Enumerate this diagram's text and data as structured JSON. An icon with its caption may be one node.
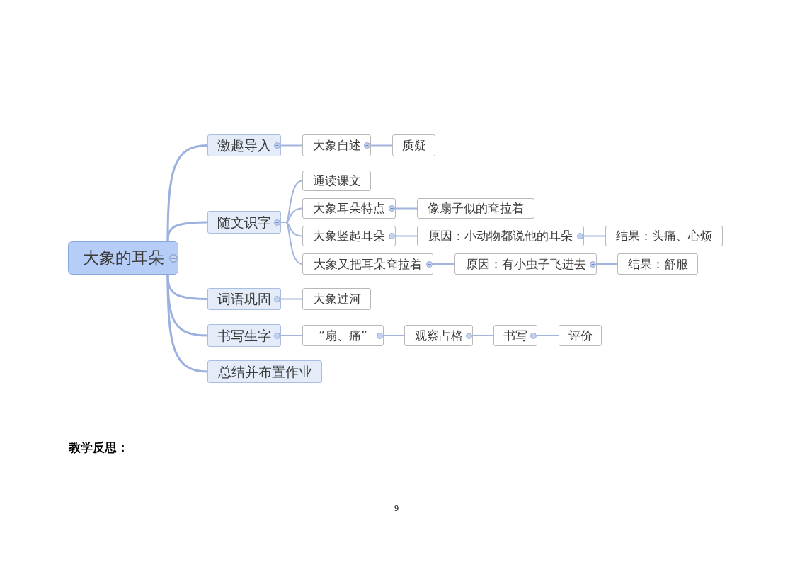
{
  "diagram": {
    "nodes": [
      {
        "text": [
          "大象的耳朵"
        ]
      },
      {
        "text": [
          "激趣导入"
        ]
      },
      {
        "text": [
          "大象自述"
        ]
      },
      {
        "text": [
          "质疑"
        ]
      },
      {
        "text": [
          "随文识字"
        ]
      },
      {
        "text": [
          "通读课文"
        ]
      },
      {
        "text": [
          "大象耳朵特点"
        ]
      },
      {
        "text": [
          "像扇子似的耷拉着"
        ]
      },
      {
        "text": [
          "大象竖起耳朵"
        ]
      },
      {
        "text": [
          "原因：小动物都说他的耳朵"
        ]
      },
      {
        "text": [
          "结果：头痛、心烦"
        ]
      },
      {
        "text": [
          "大象又把耳朵耷拉着"
        ]
      },
      {
        "text": [
          "原因：有小虫子飞进去"
        ]
      },
      {
        "text": [
          "结果：舒服"
        ]
      },
      {
        "text": [
          "词语巩固"
        ]
      },
      {
        "text": [
          "大象过河"
        ]
      },
      {
        "text": [
          "书写生字"
        ]
      },
      {
        "text": [
          "“扇、痛”"
        ]
      },
      {
        "text": [
          "观察占格"
        ]
      },
      {
        "text": [
          "书写"
        ]
      },
      {
        "text": [
          "评价"
        ]
      },
      {
        "text": [
          "总结并布置作业"
        ]
      }
    ],
    "edges": [
      {
        "from": 0,
        "to": 1,
        "arrow": "none"
      },
      {
        "from": 0,
        "to": 4,
        "arrow": "none"
      },
      {
        "from": 0,
        "to": 14,
        "arrow": "none"
      },
      {
        "from": 0,
        "to": 16,
        "arrow": "none"
      },
      {
        "from": 0,
        "to": 21,
        "arrow": "none"
      },
      {
        "from": 1,
        "to": 2,
        "arrow": "none"
      },
      {
        "from": 2,
        "to": 3,
        "arrow": "none"
      },
      {
        "from": 4,
        "to": 5,
        "arrow": "none"
      },
      {
        "from": 4,
        "to": 6,
        "arrow": "none"
      },
      {
        "from": 4,
        "to": 8,
        "arrow": "none"
      },
      {
        "from": 4,
        "to": 11,
        "arrow": "none"
      },
      {
        "from": 6,
        "to": 7,
        "arrow": "none"
      },
      {
        "from": 8,
        "to": 9,
        "arrow": "none"
      },
      {
        "from": 9,
        "to": 10,
        "arrow": "none"
      },
      {
        "from": 11,
        "to": 12,
        "arrow": "none"
      },
      {
        "from": 12,
        "to": 13,
        "arrow": "none"
      },
      {
        "from": 14,
        "to": 15,
        "arrow": "none"
      },
      {
        "from": 16,
        "to": 17,
        "arrow": "none"
      },
      {
        "from": 17,
        "to": 18,
        "arrow": "none"
      },
      {
        "from": 18,
        "to": 19,
        "arrow": "none"
      },
      {
        "from": 19,
        "to": 20,
        "arrow": "none"
      }
    ],
    "labels": [
      "教学反思：",
      "9"
    ]
  }
}
